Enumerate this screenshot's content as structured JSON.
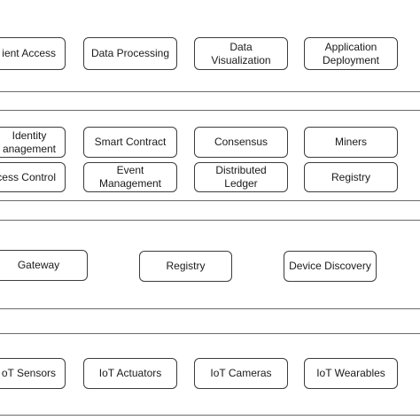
{
  "layers": [
    {
      "boxes": [
        {
          "id": "client-access",
          "label": "ient Access"
        },
        {
          "id": "data-processing",
          "label": "Data Processing"
        },
        {
          "id": "data-visualization",
          "label": "Data\nVisualization"
        },
        {
          "id": "application-deployment",
          "label": "Application\nDeployment"
        }
      ]
    },
    {
      "boxes": [
        {
          "id": "identity-management",
          "label": "Identity\nanagement"
        },
        {
          "id": "smart-contract",
          "label": "Smart Contract"
        },
        {
          "id": "consensus",
          "label": "Consensus"
        },
        {
          "id": "miners",
          "label": "Miners"
        },
        {
          "id": "access-control",
          "label": "cess Control"
        },
        {
          "id": "event-management",
          "label": "Event\nManagement"
        },
        {
          "id": "distributed-ledger",
          "label": "Distributed\nLedger"
        },
        {
          "id": "registry-blockchain",
          "label": "Registry"
        }
      ]
    },
    {
      "boxes": [
        {
          "id": "gateway",
          "label": "Gateway"
        },
        {
          "id": "registry-network",
          "label": "Registry"
        },
        {
          "id": "device-discovery",
          "label": "Device Discovery"
        }
      ]
    },
    {
      "boxes": [
        {
          "id": "iot-sensors",
          "label": "oT Sensors"
        },
        {
          "id": "iot-actuators",
          "label": "IoT Actuators"
        },
        {
          "id": "iot-cameras",
          "label": "IoT Cameras"
        },
        {
          "id": "iot-wearables",
          "label": "IoT Wearables"
        }
      ]
    }
  ]
}
